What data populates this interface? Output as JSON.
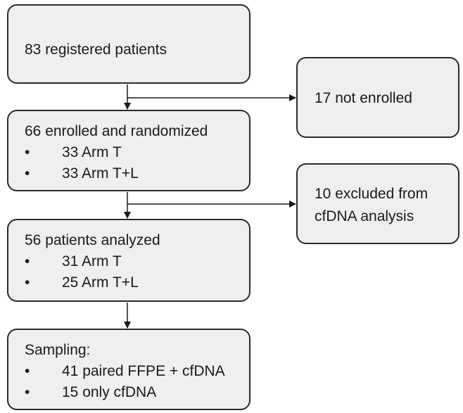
{
  "flowchart": {
    "registered": {
      "text": "83 registered patients"
    },
    "not_enrolled": {
      "text": "17 not enrolled"
    },
    "enrolled": {
      "title": "66 enrolled and randomized",
      "items": [
        "33 Arm T",
        "33 Arm T+L"
      ]
    },
    "excluded": {
      "lines": [
        "10 excluded from",
        "cfDNA analysis"
      ]
    },
    "analyzed": {
      "title": "56 patients analyzed",
      "items": [
        "31 Arm T",
        "25 Arm T+L"
      ]
    },
    "sampling": {
      "title": "Sampling:",
      "items": [
        "41 paired FFPE + cfDNA",
        "15 only cfDNA"
      ]
    },
    "bullet": "•"
  },
  "colors": {
    "box_fill": "#efefef",
    "box_border": "#2b2b2b",
    "arrow": "#1a1a1a"
  }
}
